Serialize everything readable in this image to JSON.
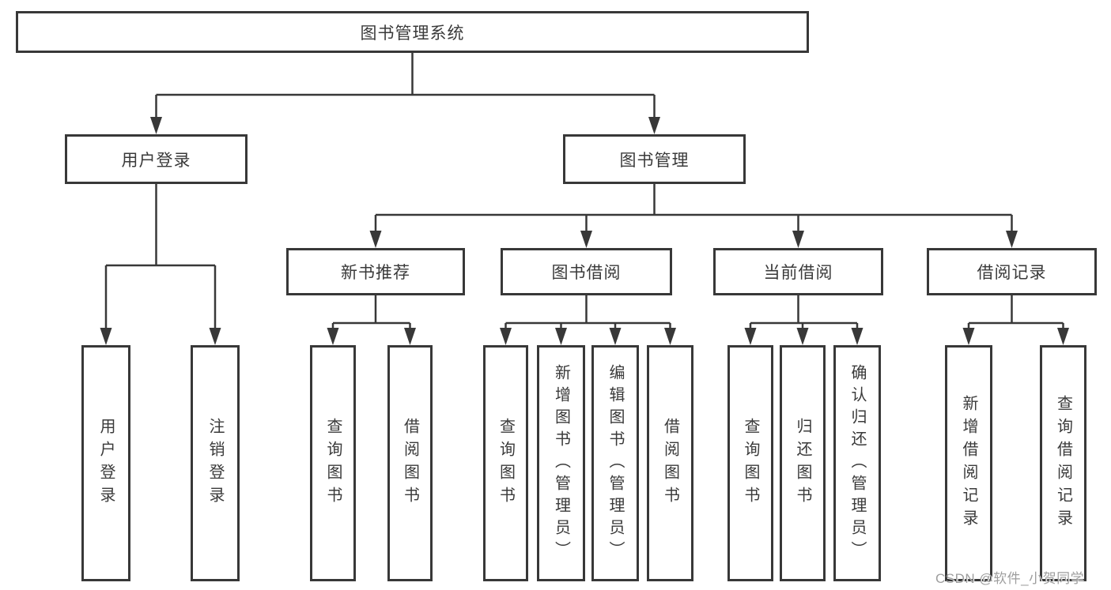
{
  "colors": {
    "line": "#383838",
    "box_border": "#383838",
    "text": "#3a3a3a",
    "background": "#ffffff",
    "watermark": "#9e9e9e"
  },
  "tree": {
    "label": "图书管理系统",
    "children": [
      {
        "label": "用户登录",
        "children": [
          {
            "label": "用户登录"
          },
          {
            "label": "注销登录"
          }
        ]
      },
      {
        "label": "图书管理",
        "children": [
          {
            "label": "新书推荐",
            "children": [
              {
                "label": "查询图书"
              },
              {
                "label": "借阅图书"
              }
            ]
          },
          {
            "label": "图书借阅",
            "children": [
              {
                "label": "查询图书"
              },
              {
                "label": "新增图书（管理员）"
              },
              {
                "label": "编辑图书（管理员）"
              },
              {
                "label": "借阅图书"
              }
            ]
          },
          {
            "label": "当前借阅",
            "children": [
              {
                "label": "查询图书"
              },
              {
                "label": "归还图书"
              },
              {
                "label": "确认归还（管理员）"
              }
            ]
          },
          {
            "label": "借阅记录",
            "children": [
              {
                "label": "新增借阅记录"
              },
              {
                "label": "查询借阅记录"
              }
            ]
          }
        ]
      }
    ]
  },
  "watermark": {
    "text": "CSDN @软件_小贺同学"
  }
}
